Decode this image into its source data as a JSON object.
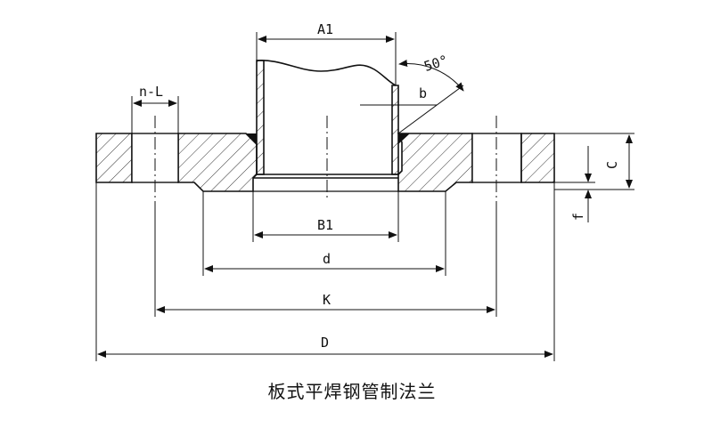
{
  "drawing": {
    "caption": "板式平焊钢管制法兰",
    "dimensions": {
      "A1": "A1",
      "B1": "B1",
      "d": "d",
      "K": "K",
      "D": "D",
      "C": "C",
      "f": "f",
      "nL": "n-L",
      "b": "b",
      "angle": "50°"
    }
  }
}
